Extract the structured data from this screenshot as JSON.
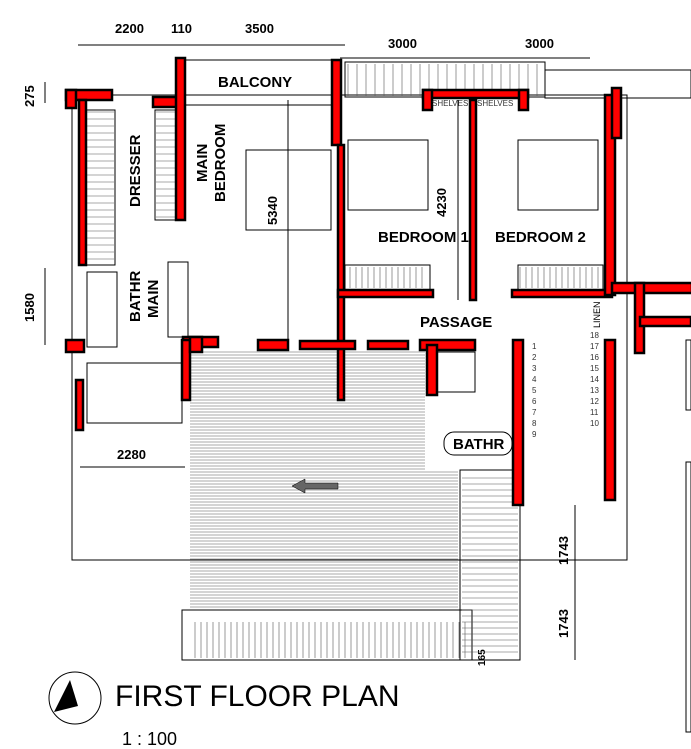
{
  "dimensions": {
    "top": [
      "2200",
      "110",
      "3500"
    ],
    "top_right": [
      "3000",
      "3000"
    ],
    "left": [
      "275",
      "1580"
    ],
    "interior": [
      "5340",
      "4230",
      "2280"
    ],
    "stair": [
      "1743",
      "1743",
      "165"
    ]
  },
  "rooms": {
    "balcony": "BALCONY",
    "dresser": "DRESSER",
    "main_bedroom": [
      "MAIN",
      "BEDROOM"
    ],
    "bedroom1": "BEDROOM 1",
    "bedroom2": "BEDROOM 2",
    "bathr_main": [
      "BATHR",
      "MAIN"
    ],
    "passage": "PASSAGE",
    "bathr": "BATHR",
    "linen": "LINEN",
    "shelves": [
      "SHELVES",
      "SHELVES"
    ]
  },
  "stair_numbers_left": [
    "1",
    "2",
    "3",
    "4",
    "5",
    "6",
    "7",
    "8",
    "9"
  ],
  "stair_numbers_right": [
    "18",
    "17",
    "16",
    "15",
    "14",
    "13",
    "12",
    "11",
    "10"
  ],
  "title": "FIRST FLOOR PLAN",
  "scale": "1 : 100",
  "colors": {
    "wall": "#ff0000",
    "line": "#000000"
  }
}
